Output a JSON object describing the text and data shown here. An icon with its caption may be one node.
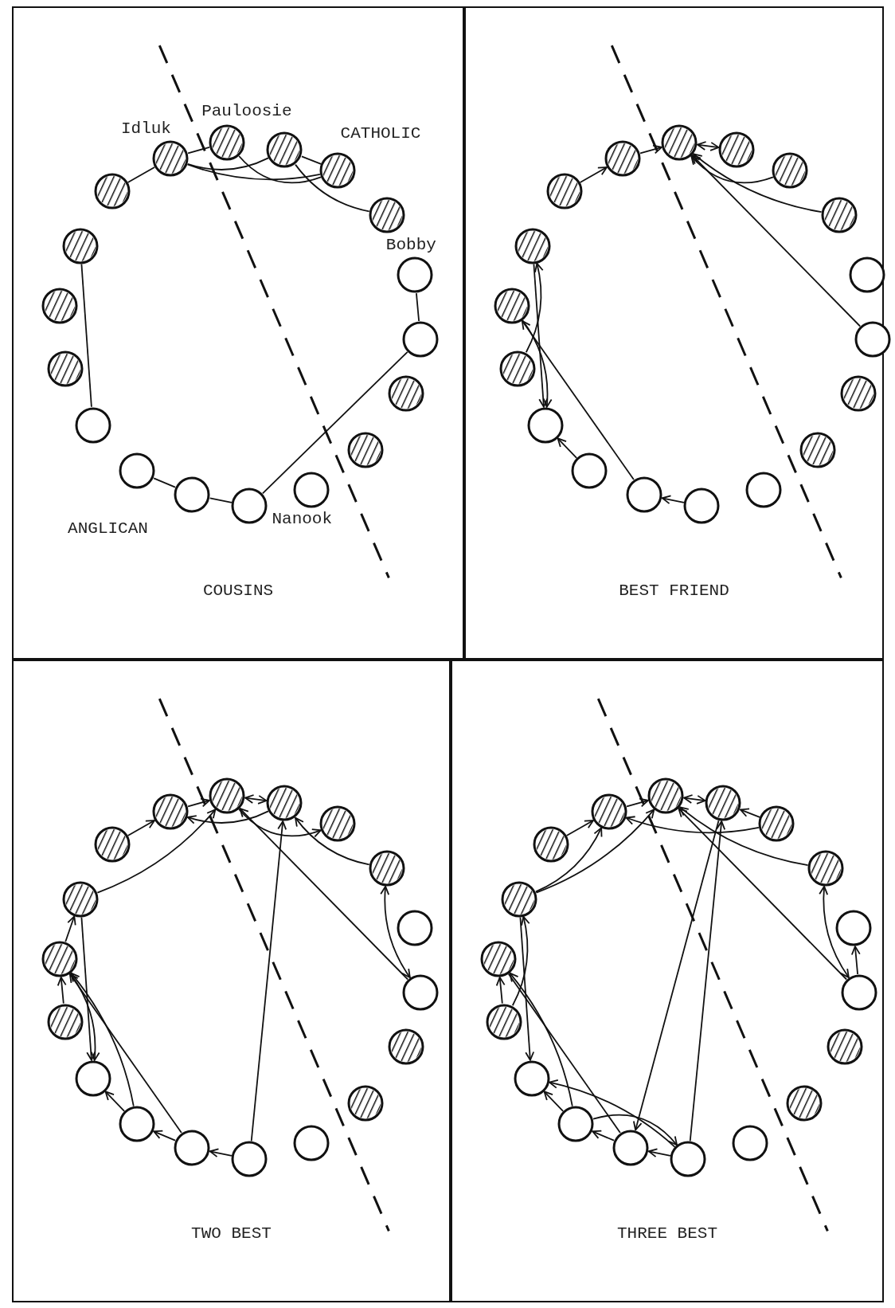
{
  "diagram": {
    "nodes": [
      {
        "text": [
          "COUSINS"
        ]
      },
      {
        "text": [],
        "shape": "circle",
        "in": 0
      },
      {
        "text": [],
        "shape": "circle",
        "in": 0,
        "beside": [
          "Idluk"
        ]
      },
      {
        "text": [],
        "shape": "circle",
        "in": 0,
        "beside": [
          "Pauloosie"
        ]
      },
      {
        "text": [],
        "shape": "circle",
        "in": 0
      },
      {
        "text": [],
        "shape": "circle",
        "in": 0
      },
      {
        "text": [],
        "shape": "circle",
        "in": 0
      },
      {
        "text": [],
        "shape": "circle",
        "in": 0
      },
      {
        "text": [],
        "shape": "circle",
        "in": 0
      },
      {
        "text": [],
        "shape": "circle",
        "in": 0
      },
      {
        "text": [],
        "shape": "circle",
        "in": 0
      },
      {
        "text": [],
        "shape": "circle",
        "in": 0
      },
      {
        "text": [],
        "shape": "circle",
        "in": 0
      },
      {
        "text": [],
        "shape": "circle",
        "in": 0,
        "beside": [
          "Nanook"
        ]
      },
      {
        "text": [],
        "shape": "circle",
        "in": 0
      },
      {
        "text": [],
        "shape": "circle",
        "in": 0,
        "beside": [
          "Bobby"
        ]
      },
      {
        "text": [],
        "shape": "circle",
        "in": 0
      },
      {
        "text": [],
        "shape": "circle",
        "in": 0
      },
      {
        "text": [],
        "shape": "circle",
        "in": 0
      },
      {
        "text": [
          "BEST FRIEND"
        ]
      },
      {
        "text": [],
        "shape": "circle",
        "in": 19
      },
      {
        "text": [],
        "shape": "circle",
        "in": 19
      },
      {
        "text": [],
        "shape": "circle",
        "in": 19
      },
      {
        "text": [],
        "shape": "circle",
        "in": 19
      },
      {
        "text": [],
        "shape": "circle",
        "in": 19
      },
      {
        "text": [],
        "shape": "circle",
        "in": 19
      },
      {
        "text": [],
        "shape": "circle",
        "in": 19
      },
      {
        "text": [],
        "shape": "circle",
        "in": 19
      },
      {
        "text": [],
        "shape": "circle",
        "in": 19
      },
      {
        "text": [],
        "shape": "circle",
        "in": 19
      },
      {
        "text": [],
        "shape": "circle",
        "in": 19
      },
      {
        "text": [],
        "shape": "circle",
        "in": 19
      },
      {
        "text": [],
        "shape": "circle",
        "in": 19
      },
      {
        "text": [],
        "shape": "circle",
        "in": 19
      },
      {
        "text": [],
        "shape": "circle",
        "in": 19
      },
      {
        "text": [],
        "shape": "circle",
        "in": 19
      },
      {
        "text": [],
        "shape": "circle",
        "in": 19
      },
      {
        "text": [],
        "shape": "circle",
        "in": 19
      },
      {
        "text": [
          "TWO BEST"
        ]
      },
      {
        "text": [],
        "shape": "circle",
        "in": 38
      },
      {
        "text": [],
        "shape": "circle",
        "in": 38
      },
      {
        "text": [],
        "shape": "circle",
        "in": 38
      },
      {
        "text": [],
        "shape": "circle",
        "in": 38
      },
      {
        "text": [],
        "shape": "circle",
        "in": 38
      },
      {
        "text": [],
        "shape": "circle",
        "in": 38
      },
      {
        "text": [],
        "shape": "circle",
        "in": 38
      },
      {
        "text": [],
        "shape": "circle",
        "in": 38
      },
      {
        "text": [],
        "shape": "circle",
        "in": 38
      },
      {
        "text": [],
        "shape": "circle",
        "in": 38
      },
      {
        "text": [],
        "shape": "circle",
        "in": 38
      },
      {
        "text": [],
        "shape": "circle",
        "in": 38
      },
      {
        "text": [],
        "shape": "circle",
        "in": 38
      },
      {
        "text": [],
        "shape": "circle",
        "in": 38
      },
      {
        "text": [],
        "shape": "circle",
        "in": 38
      },
      {
        "text": [],
        "shape": "circle",
        "in": 38
      },
      {
        "text": [],
        "shape": "circle",
        "in": 38
      },
      {
        "text": [],
        "shape": "circle",
        "in": 38
      },
      {
        "text": [
          "THREE BEST"
        ]
      },
      {
        "text": [],
        "shape": "circle",
        "in": 57
      },
      {
        "text": [],
        "shape": "circle",
        "in": 57
      },
      {
        "text": [],
        "shape": "circle",
        "in": 57
      },
      {
        "text": [],
        "shape": "circle",
        "in": 57
      },
      {
        "text": [],
        "shape": "circle",
        "in": 57
      },
      {
        "text": [],
        "shape": "circle",
        "in": 57
      },
      {
        "text": [],
        "shape": "circle",
        "in": 57
      },
      {
        "text": [],
        "shape": "circle",
        "in": 57
      },
      {
        "text": [],
        "shape": "circle",
        "in": 57
      },
      {
        "text": [],
        "shape": "circle",
        "in": 57
      },
      {
        "text": [],
        "shape": "circle",
        "in": 57
      },
      {
        "text": [],
        "shape": "circle",
        "in": 57
      },
      {
        "text": [],
        "shape": "circle",
        "in": 57
      },
      {
        "text": [],
        "shape": "circle",
        "in": 57
      },
      {
        "text": [],
        "shape": "circle",
        "in": 57
      },
      {
        "text": [],
        "shape": "circle",
        "in": 57
      },
      {
        "text": [],
        "shape": "circle",
        "in": 57
      },
      {
        "text": [],
        "shape": "circle",
        "in": 57
      }
    ],
    "edges": [
      {
        "from": 1,
        "to": 2,
        "arrow": "none"
      },
      {
        "from": 2,
        "to": 3,
        "arrow": "none"
      },
      {
        "from": 2,
        "to": 4,
        "arrow": "none"
      },
      {
        "from": 2,
        "to": 5,
        "arrow": "none"
      },
      {
        "from": 3,
        "to": 5,
        "arrow": "none"
      },
      {
        "from": 4,
        "to": 5,
        "arrow": "none"
      },
      {
        "from": 4,
        "to": 6,
        "arrow": "none"
      },
      {
        "from": 7,
        "to": 10,
        "arrow": "none"
      },
      {
        "from": 15,
        "to": 16,
        "arrow": "none"
      },
      {
        "from": 16,
        "to": 13,
        "arrow": "none"
      },
      {
        "from": 11,
        "to": 12,
        "arrow": "none"
      },
      {
        "from": 12,
        "to": 13,
        "arrow": "none"
      },
      {
        "from": 20,
        "to": 21,
        "arrow": "to"
      },
      {
        "from": 21,
        "to": 22,
        "arrow": "to"
      },
      {
        "from": 22,
        "to": 23,
        "arrow": "both"
      },
      {
        "from": 24,
        "to": 22,
        "arrow": "to"
      },
      {
        "from": 25,
        "to": 22,
        "arrow": "to"
      },
      {
        "from": 35,
        "to": 22,
        "arrow": "to"
      },
      {
        "from": 26,
        "to": 29,
        "arrow": "to"
      },
      {
        "from": 28,
        "to": 26,
        "arrow": "to"
      },
      {
        "from": 27,
        "to": 29,
        "arrow": "to"
      },
      {
        "from": 31,
        "to": 27,
        "arrow": "to"
      },
      {
        "from": 30,
        "to": 29,
        "arrow": "to"
      },
      {
        "from": 32,
        "to": 31,
        "arrow": "to"
      },
      {
        "from": 39,
        "to": 40,
        "arrow": "to"
      },
      {
        "from": 40,
        "to": 41,
        "arrow": "to"
      },
      {
        "from": 41,
        "to": 42,
        "arrow": "both"
      },
      {
        "from": 42,
        "to": 40,
        "arrow": "to"
      },
      {
        "from": 41,
        "to": 43,
        "arrow": "to"
      },
      {
        "from": 44,
        "to": 42,
        "arrow": "to"
      },
      {
        "from": 44,
        "to": 54,
        "arrow": "both"
      },
      {
        "from": 54,
        "to": 41,
        "arrow": "to"
      },
      {
        "from": 45,
        "to": 41,
        "arrow": "to"
      },
      {
        "from": 51,
        "to": 42,
        "arrow": "to"
      },
      {
        "from": 45,
        "to": 48,
        "arrow": "to"
      },
      {
        "from": 46,
        "to": 45,
        "arrow": "to"
      },
      {
        "from": 47,
        "to": 46,
        "arrow": "to"
      },
      {
        "from": 46,
        "to": 48,
        "arrow": "to"
      },
      {
        "from": 49,
        "to": 46,
        "arrow": "to"
      },
      {
        "from": 50,
        "to": 46,
        "arrow": "to"
      },
      {
        "from": 49,
        "to": 48,
        "arrow": "to"
      },
      {
        "from": 50,
        "to": 49,
        "arrow": "to"
      },
      {
        "from": 51,
        "to": 50,
        "arrow": "to"
      },
      {
        "from": 58,
        "to": 59,
        "arrow": "to"
      },
      {
        "from": 64,
        "to": 59,
        "arrow": "to"
      },
      {
        "from": 64,
        "to": 60,
        "arrow": "to"
      },
      {
        "from": 59,
        "to": 60,
        "arrow": "to"
      },
      {
        "from": 60,
        "to": 61,
        "arrow": "both"
      },
      {
        "from": 62,
        "to": 61,
        "arrow": "to"
      },
      {
        "from": 62,
        "to": 59,
        "arrow": "to"
      },
      {
        "from": 63,
        "to": 60,
        "arrow": "to"
      },
      {
        "from": 73,
        "to": 60,
        "arrow": "to"
      },
      {
        "from": 63,
        "to": 73,
        "arrow": "both"
      },
      {
        "from": 73,
        "to": 72,
        "arrow": "to"
      },
      {
        "from": 70,
        "to": 61,
        "arrow": "to"
      },
      {
        "from": 61,
        "to": 69,
        "arrow": "to"
      },
      {
        "from": 64,
        "to": 67,
        "arrow": "to"
      },
      {
        "from": 66,
        "to": 64,
        "arrow": "to"
      },
      {
        "from": 66,
        "to": 65,
        "arrow": "to"
      },
      {
        "from": 68,
        "to": 65,
        "arrow": "to"
      },
      {
        "from": 69,
        "to": 65,
        "arrow": "none"
      },
      {
        "from": 70,
        "to": 67,
        "arrow": "to"
      },
      {
        "from": 68,
        "to": 70,
        "arrow": "to"
      },
      {
        "from": 69,
        "to": 68,
        "arrow": "to"
      },
      {
        "from": 70,
        "to": 69,
        "arrow": "to"
      },
      {
        "from": 68,
        "to": 67,
        "arrow": "to"
      }
    ],
    "labels": [
      "CATHOLIC",
      "ANGLICAN"
    ]
  }
}
